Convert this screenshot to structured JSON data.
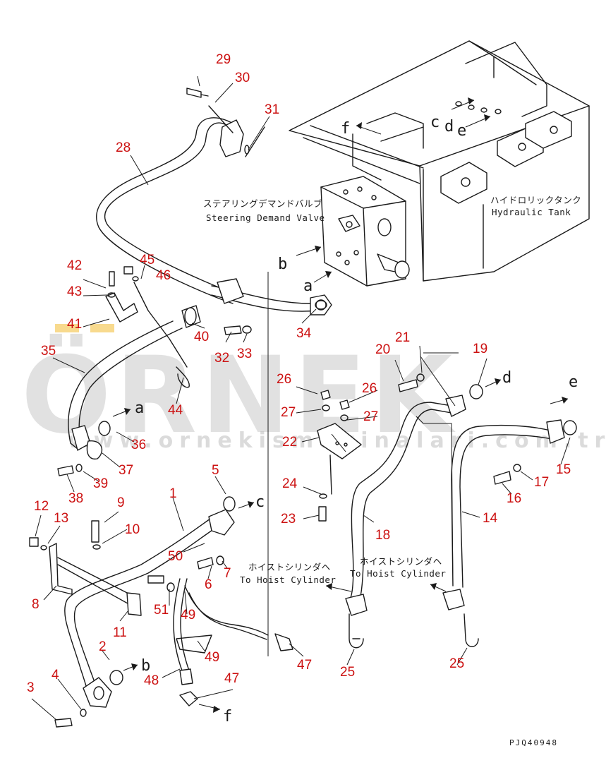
{
  "labels": {
    "steering_valve_jp": "ステアリングデマンドバルブ",
    "steering_valve_en": "Steering Demand Valve",
    "hydraulic_tank_jp": "ハイドロリックタンク",
    "hydraulic_tank_en": "Hydraulic Tank",
    "hoist_left_jp": "ホイストシリンダヘ",
    "hoist_left_en": "To Hoist Cylinder",
    "hoist_right_jp": "ホイストシリンダヘ",
    "hoist_right_en": "To Hoist Cylinder",
    "drawing_code": "PJQ40948"
  },
  "watermark": {
    "brand": "ÖRNEK",
    "url": "www.ornekismakinalari.com.tr"
  },
  "colors": {
    "part_number": "#cc1111",
    "line_art": "#1a1a1a",
    "watermark": "#c9c9c9",
    "watermark_accent": "#f3c242"
  },
  "part_numbers": [
    "1",
    "2",
    "3",
    "4",
    "5",
    "6",
    "7",
    "8",
    "9",
    "10",
    "11",
    "12",
    "13",
    "14",
    "15",
    "16",
    "17",
    "18",
    "19",
    "20",
    "21",
    "22",
    "23",
    "24",
    "25",
    "25",
    "26",
    "26",
    "27",
    "27",
    "28",
    "29",
    "30",
    "31",
    "32",
    "33",
    "34",
    "35",
    "36",
    "37",
    "38",
    "39",
    "40",
    "41",
    "42",
    "43",
    "44",
    "45",
    "46",
    "47",
    "47",
    "48",
    "49",
    "49",
    "50",
    "51"
  ],
  "connection_letters": [
    "a",
    "a",
    "b",
    "b",
    "c",
    "c",
    "d",
    "d",
    "e",
    "e",
    "f",
    "f"
  ]
}
